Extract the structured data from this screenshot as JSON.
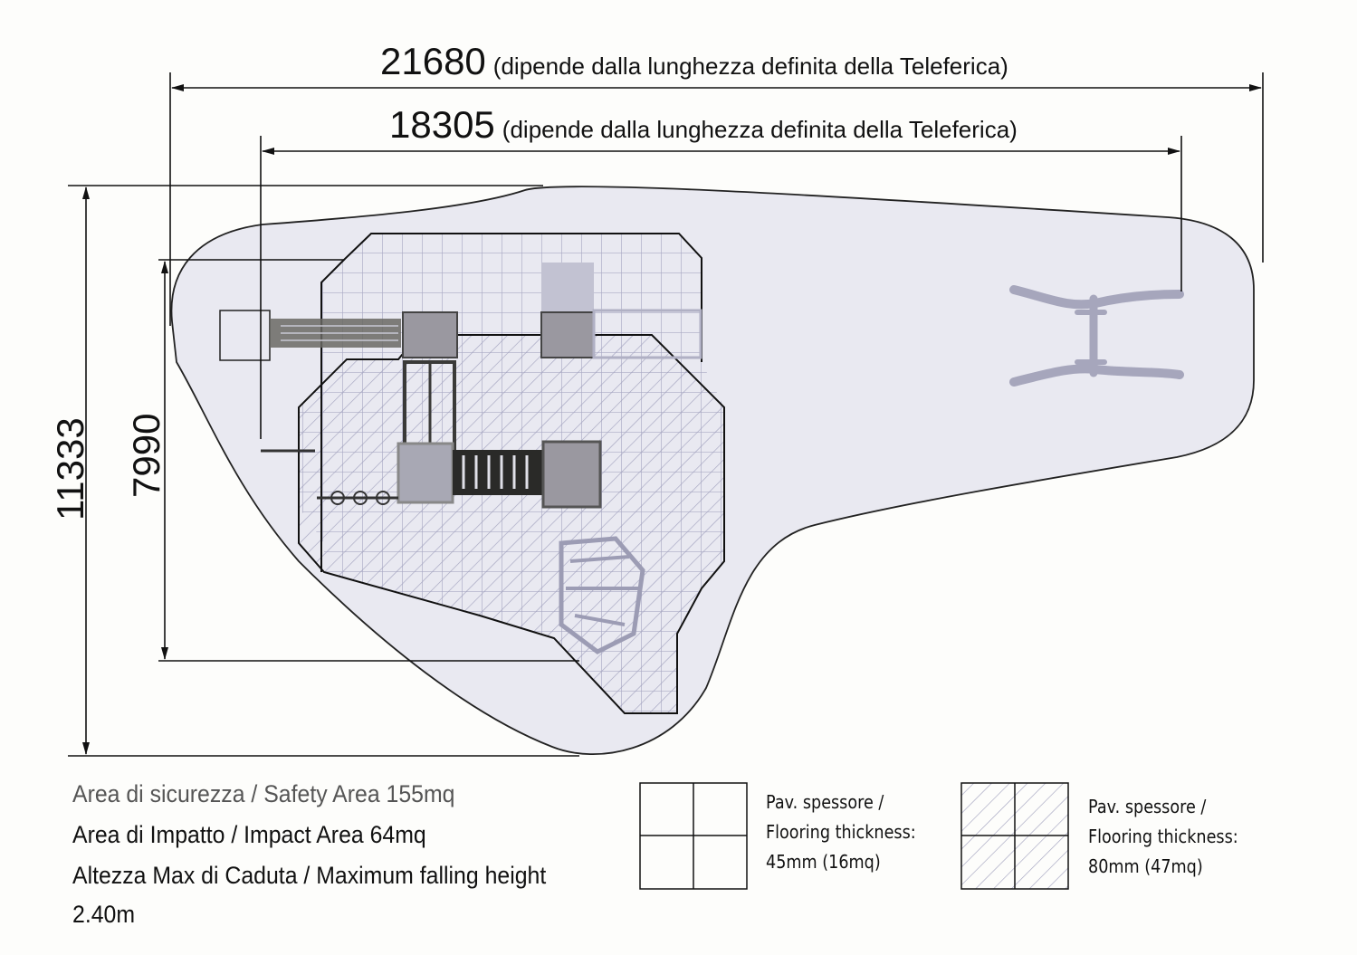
{
  "dimensions": {
    "overall_length": {
      "value": "21680",
      "note": "(dipende dalla lunghezza definita della Teleferica)"
    },
    "inner_length": {
      "value": "18305",
      "note": "(dipende dalla lunghezza definita della Teleferica)"
    },
    "overall_width": {
      "value": "11333"
    },
    "inner_width": {
      "value": "7990"
    }
  },
  "legend": {
    "safety_area": "Area di sicurezza / Safety Area 155mq",
    "impact_area": "Area di Impatto / Impact Area 64mq",
    "max_fall_height": "Altezza Max di Caduta / Maximum falling height",
    "max_fall_value": "2.40m"
  },
  "flooring": [
    {
      "pattern": "grid",
      "line1": "Pav. spessore /",
      "line2": "Flooring thickness:",
      "line3": "45mm (16mq)"
    },
    {
      "pattern": "hatched-grid",
      "line1": "Pav. spessore /",
      "line2": "Flooring thickness:",
      "line3": "80mm (47mq)"
    }
  ],
  "colors": {
    "safety_fill": "#e9e9f1",
    "grid": "#a9a9c4",
    "equipment_dark": "#3a3a38",
    "equipment_light": "#b8b8c8"
  }
}
